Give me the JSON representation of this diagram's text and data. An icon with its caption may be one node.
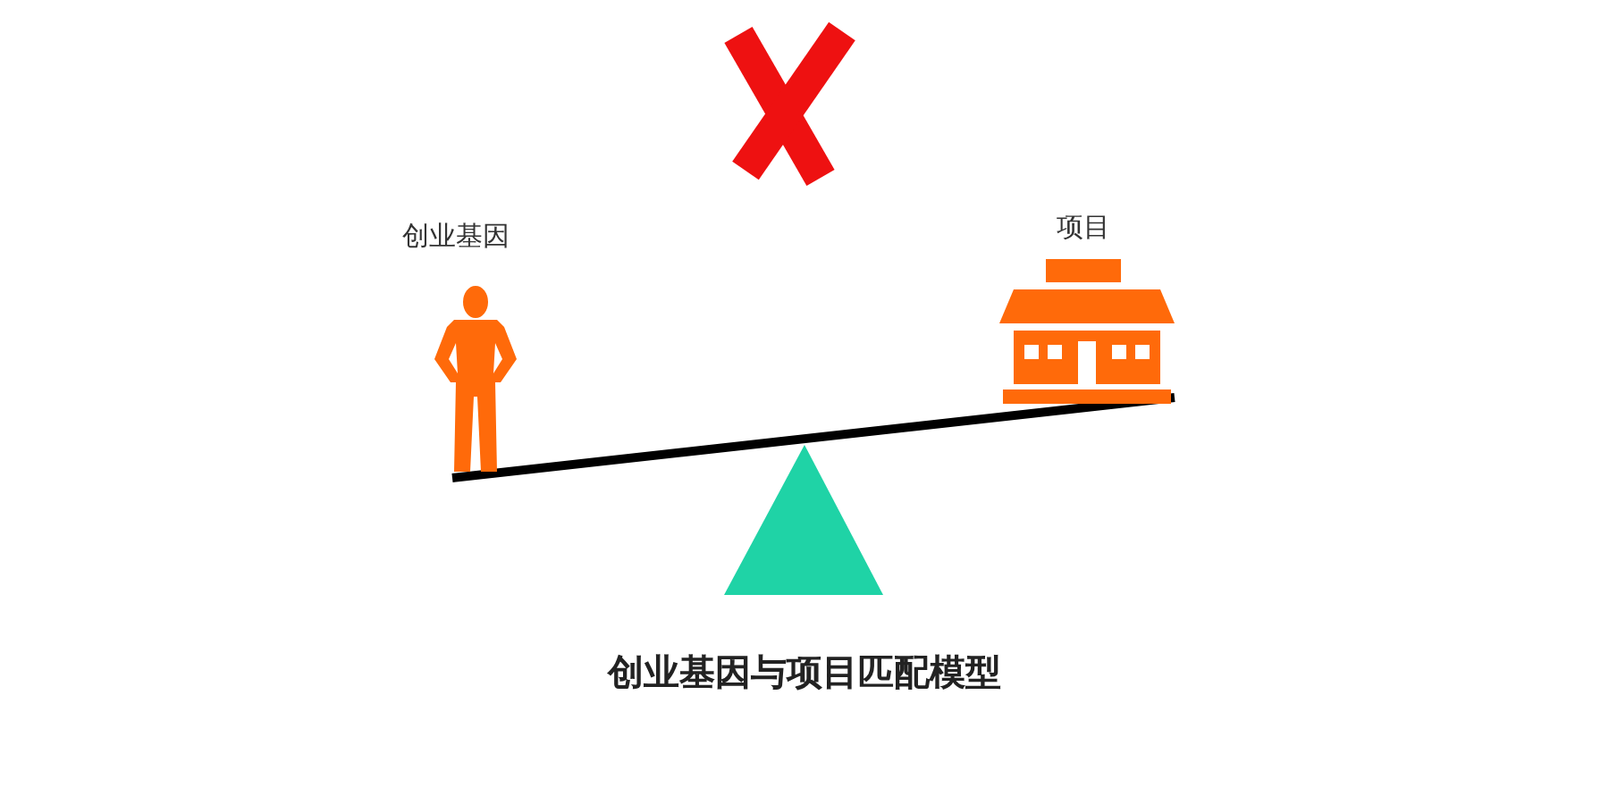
{
  "diagram": {
    "caption": "创业基因与项目匹配模型",
    "labels": [
      "创业基因",
      "项目"
    ]
  }
}
